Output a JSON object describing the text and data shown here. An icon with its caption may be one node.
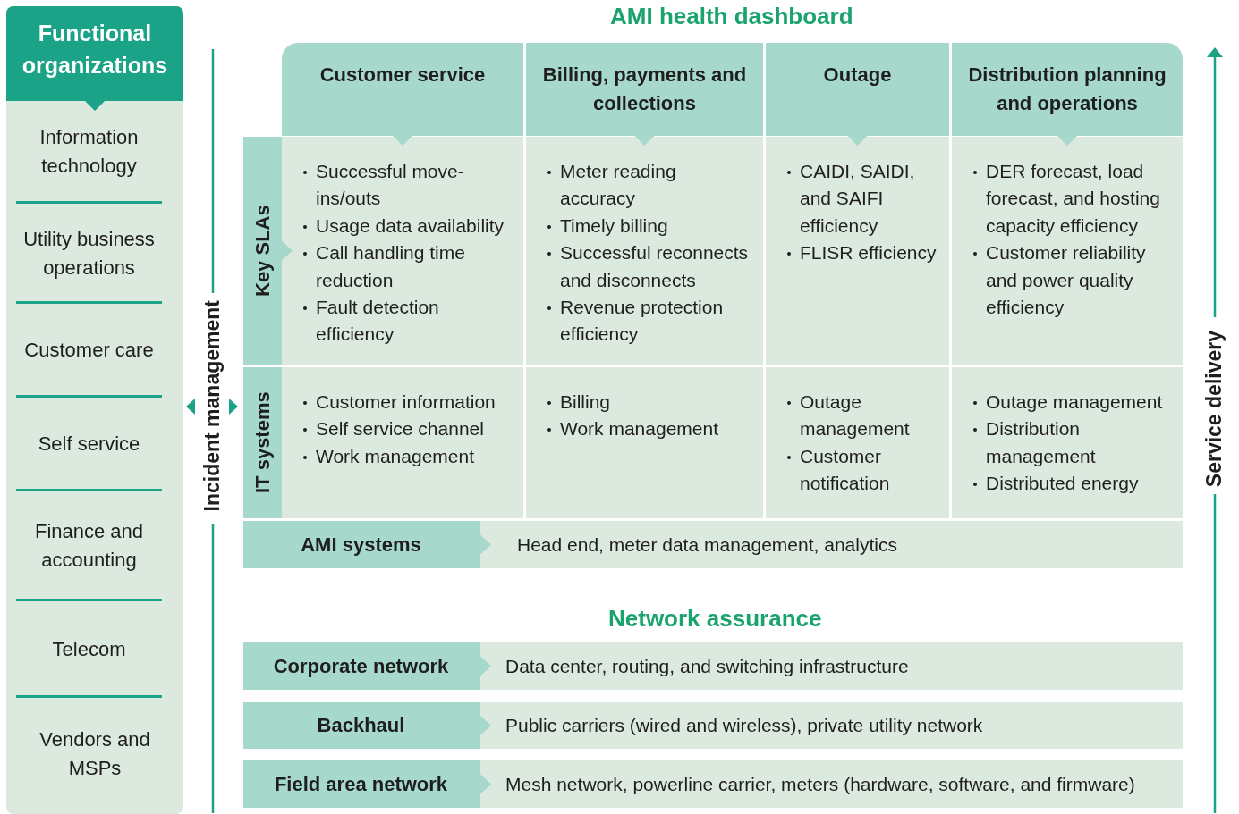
{
  "diagram": {
    "nodes": [
      {
        "text": [
          "Functional organizations"
        ]
      },
      {
        "text": [
          "Information technology"
        ],
        "in": 0
      },
      {
        "text": [
          "Utility business operations"
        ],
        "in": 0
      },
      {
        "text": [
          "Customer care"
        ],
        "in": 0
      },
      {
        "text": [
          "Self service"
        ],
        "in": 0
      },
      {
        "text": [
          "Finance and accounting"
        ],
        "in": 0
      },
      {
        "text": [
          "Telecom"
        ],
        "in": 0
      },
      {
        "text": [
          "Vendors and MSPs"
        ],
        "in": 0
      },
      {
        "text": [
          "Customer service"
        ]
      },
      {
        "text": [
          "Billing, payments and collections"
        ]
      },
      {
        "text": [
          "Outage"
        ]
      },
      {
        "text": [
          "Distribution planning and operations"
        ]
      },
      {
        "text": [
          "Key SLAs"
        ]
      },
      {
        "text": [
          "Successful move-ins/outs",
          "Usage data availability",
          "Call handling time reduction",
          "Fault detection efficiency"
        ]
      },
      {
        "text": [
          "Meter reading accuracy",
          "Timely billing",
          "Successful reconnects and disconnects",
          "Revenue protection efficiency"
        ]
      },
      {
        "text": [
          "CAIDI, SAIDI, and SAIFI efficiency",
          "FLISR efficiency"
        ]
      },
      {
        "text": [
          "DER forecast, load forecast, and hosting capacity efficiency",
          "Customer reliability and power quality efficiency"
        ]
      },
      {
        "text": [
          "IT systems"
        ]
      },
      {
        "text": [
          "Customer information",
          "Self service channel",
          "Work management"
        ]
      },
      {
        "text": [
          "Billing",
          "Work management"
        ]
      },
      {
        "text": [
          "Outage management",
          "Customer notification"
        ]
      },
      {
        "text": [
          "Outage management",
          "Distribution management",
          "Distributed energy"
        ]
      },
      {
        "text": [
          "AMI systems"
        ]
      },
      {
        "text": [
          "Head end, meter data management, analytics"
        ]
      },
      {
        "text": [
          "Corporate network"
        ]
      },
      {
        "text": [
          "Data center, routing, and switching infrastructure"
        ]
      },
      {
        "text": [
          "Backhaul"
        ]
      },
      {
        "text": [
          "Public carriers (wired and wireless), private utility network"
        ]
      },
      {
        "text": [
          "Field area network"
        ]
      },
      {
        "text": [
          "Mesh network, powerline carrier, meters (hardware, software, and firmware)"
        ]
      }
    ],
    "edges": [],
    "labels": [
      "AMI health dashboard",
      "Network assurance",
      "Incident management",
      "Service delivery"
    ]
  }
}
